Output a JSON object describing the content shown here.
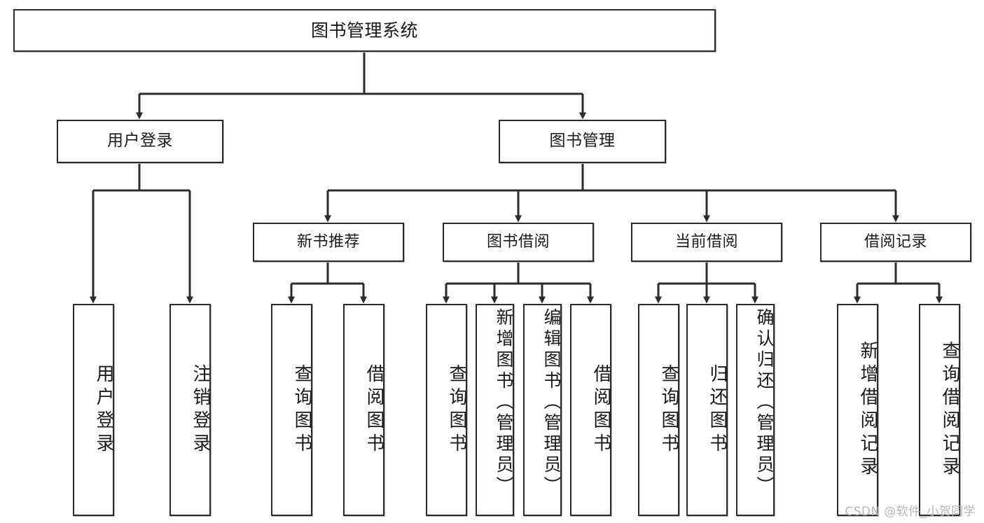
{
  "diagram": {
    "type": "tree-hierarchy",
    "title": "图书管理系统",
    "orientation": "top-down",
    "colors": {
      "box_border": "#2b2b2b",
      "box_fill": "#ffffff",
      "connector": "#2b2b2b",
      "text": "#1a1a1a",
      "watermark": "#b6b6b6",
      "background": "#ffffff"
    }
  },
  "nodes": {
    "root": {
      "label": "图书管理系统",
      "level": 1
    },
    "level2": [
      {
        "id": "user-login",
        "label": "用户登录",
        "level": 2
      },
      {
        "id": "book-management",
        "label": "图书管理",
        "level": 2
      }
    ],
    "level3": [
      {
        "id": "new-book-recommend",
        "label": "新书推荐",
        "level": 3,
        "parent": "book-management"
      },
      {
        "id": "book-borrow",
        "label": "图书借阅",
        "level": 3,
        "parent": "book-management"
      },
      {
        "id": "current-borrow",
        "label": "当前借阅",
        "level": 3,
        "parent": "book-management"
      },
      {
        "id": "borrow-record",
        "label": "借阅记录",
        "level": 3,
        "parent": "book-management"
      }
    ],
    "leaves": [
      {
        "id": "leaf-user-login",
        "label": "用户登录",
        "parent": "user-login"
      },
      {
        "id": "leaf-user-logout",
        "label": "注销登录",
        "parent": "user-login"
      },
      {
        "id": "leaf-query-book-1",
        "label": "查询图书",
        "parent": "new-book-recommend"
      },
      {
        "id": "leaf-borrow-book-1",
        "label": "借阅图书",
        "parent": "new-book-recommend"
      },
      {
        "id": "leaf-query-book-2",
        "label": "查询图书",
        "parent": "book-borrow"
      },
      {
        "id": "leaf-add-book",
        "label": "新增图书（管理员）",
        "parent": "book-borrow"
      },
      {
        "id": "leaf-edit-book",
        "label": "编辑图书（管理员）",
        "parent": "book-borrow"
      },
      {
        "id": "leaf-borrow-book-2",
        "label": "借阅图书",
        "parent": "book-borrow"
      },
      {
        "id": "leaf-query-book-3",
        "label": "查询图书",
        "parent": "current-borrow"
      },
      {
        "id": "leaf-return-book",
        "label": "归还图书",
        "parent": "current-borrow"
      },
      {
        "id": "leaf-confirm-return",
        "label": "确认归还（管理员）",
        "parent": "current-borrow"
      },
      {
        "id": "leaf-add-record",
        "label": "新增借阅记录",
        "parent": "borrow-record"
      },
      {
        "id": "leaf-query-record",
        "label": "查询借阅记录",
        "parent": "borrow-record"
      }
    ]
  },
  "watermark": {
    "text": "CSDN @软件_小贺同学"
  }
}
